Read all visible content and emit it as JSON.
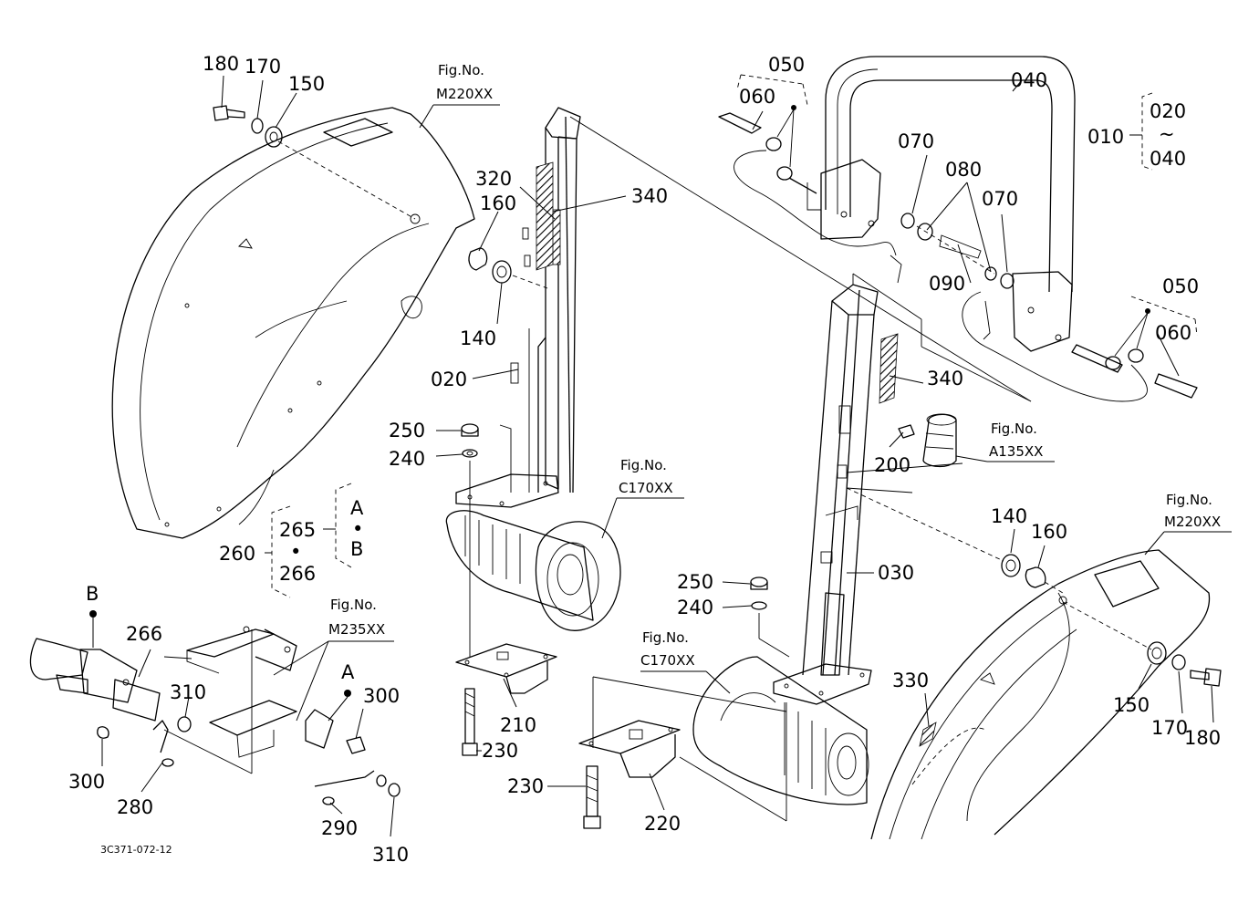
{
  "drawing_code": "3C371-072-12",
  "callouts": [
    {
      "id": "c180a",
      "text": "180"
    },
    {
      "id": "c170a",
      "text": "170"
    },
    {
      "id": "c150a",
      "text": "150"
    },
    {
      "id": "c320",
      "text": "320"
    },
    {
      "id": "c160a",
      "text": "160"
    },
    {
      "id": "c340a",
      "text": "340"
    },
    {
      "id": "c140a",
      "text": "140"
    },
    {
      "id": "c020",
      "text": "020"
    },
    {
      "id": "c250a",
      "text": "250"
    },
    {
      "id": "c240a",
      "text": "240"
    },
    {
      "id": "c265",
      "text": "265"
    },
    {
      "id": "c260",
      "text": "260"
    },
    {
      "id": "c266a",
      "text": "266"
    },
    {
      "id": "cA1",
      "text": "A"
    },
    {
      "id": "cB1",
      "text": "B"
    },
    {
      "id": "cB2",
      "text": "B"
    },
    {
      "id": "c266b",
      "text": "266"
    },
    {
      "id": "c310a",
      "text": "310"
    },
    {
      "id": "c300a",
      "text": "300"
    },
    {
      "id": "c280",
      "text": "280"
    },
    {
      "id": "cA2",
      "text": "A"
    },
    {
      "id": "c300b",
      "text": "300"
    },
    {
      "id": "c290",
      "text": "290"
    },
    {
      "id": "c310b",
      "text": "310"
    },
    {
      "id": "c210",
      "text": "210"
    },
    {
      "id": "c230a",
      "text": "230"
    },
    {
      "id": "c230b",
      "text": "230"
    },
    {
      "id": "c220",
      "text": "220"
    },
    {
      "id": "c050a",
      "text": "050"
    },
    {
      "id": "c060a",
      "text": "060"
    },
    {
      "id": "c040",
      "text": "040"
    },
    {
      "id": "c070a",
      "text": "070"
    },
    {
      "id": "c080",
      "text": "080"
    },
    {
      "id": "c070b",
      "text": "070"
    },
    {
      "id": "c090",
      "text": "090"
    },
    {
      "id": "c010",
      "text": "010"
    },
    {
      "id": "c020r",
      "text": "020"
    },
    {
      "id": "c040r",
      "text": "040"
    },
    {
      "id": "c050b",
      "text": "050"
    },
    {
      "id": "c060b",
      "text": "060"
    },
    {
      "id": "c340b",
      "text": "340"
    },
    {
      "id": "c200",
      "text": "200"
    },
    {
      "id": "c140b",
      "text": "140"
    },
    {
      "id": "c160b",
      "text": "160"
    },
    {
      "id": "c250b",
      "text": "250"
    },
    {
      "id": "c240b",
      "text": "240"
    },
    {
      "id": "c030",
      "text": "030"
    },
    {
      "id": "c330",
      "text": "330"
    },
    {
      "id": "c150b",
      "text": "150"
    },
    {
      "id": "c170b",
      "text": "170"
    },
    {
      "id": "c180b",
      "text": "180"
    }
  ],
  "figure_refs": [
    {
      "id": "f1",
      "label": "Fig.No.",
      "code": "M220XX"
    },
    {
      "id": "f2",
      "label": "Fig.No.",
      "code": "C170XX"
    },
    {
      "id": "f3",
      "label": "Fig.No.",
      "code": "M235XX"
    },
    {
      "id": "f4",
      "label": "Fig.No.",
      "code": "C170XX"
    },
    {
      "id": "f5",
      "label": "Fig.No.",
      "code": "A135XX"
    },
    {
      "id": "f6",
      "label": "Fig.No.",
      "code": "M220XX"
    }
  ],
  "symbols": {
    "range": "~",
    "dot": "•"
  }
}
